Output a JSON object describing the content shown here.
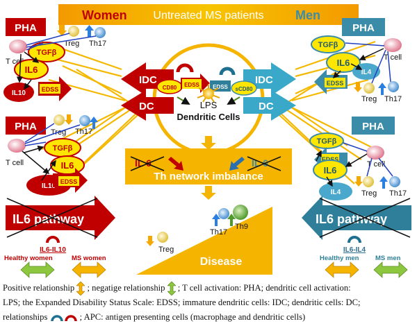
{
  "header": {
    "left": "Women",
    "center": "Untreated MS patients",
    "right": "Men"
  },
  "pha": "PHA",
  "cells": {
    "tcell": "T cell",
    "treg": "Treg",
    "th17": "Th17",
    "th9": "Th9"
  },
  "cytokines": {
    "tgfb": "TGFβ",
    "il6": "IL6",
    "il10": "IL10",
    "il4": "IL4",
    "edss": "EDSS",
    "cd80": "CD80",
    "scd80": "sCD80"
  },
  "center": {
    "lps": "LPS",
    "dendritic": "Dendritic Cells",
    "idc": "IDC",
    "dc": "DC"
  },
  "network": {
    "title": "Th network imbalance",
    "il6_left": "IL 6",
    "il6_right": "IL 6"
  },
  "pathway": {
    "left": "IL6 pathway",
    "right": "IL6 pathway"
  },
  "relations": {
    "women": "IL6-IL10",
    "men": "IL6-IL4"
  },
  "groups": {
    "healthy_women": "Healthy women",
    "ms_women": "MS women",
    "healthy_men": "Healthy men",
    "ms_men": "MS men"
  },
  "disease": "Disease",
  "legend": {
    "line1a": "Positive relationship",
    "line1b": "; negatige relationship",
    "line1c": "; T cell activation: PHA; dendritic cell activation:",
    "line2": "LPS; the Expanded Disability Status Scale: EDSS; immature dendritic cells: IDC; dendritic cells: DC;",
    "line3a": "relationships",
    "line3b": "; APC: antigen presenting cells (macrophage and dendritic cells)"
  },
  "colors": {
    "women": "#c00000",
    "men": "#3a8ca8",
    "orange": "#f5b400",
    "yellow": "#ffe600",
    "green": "#8dc63f"
  }
}
